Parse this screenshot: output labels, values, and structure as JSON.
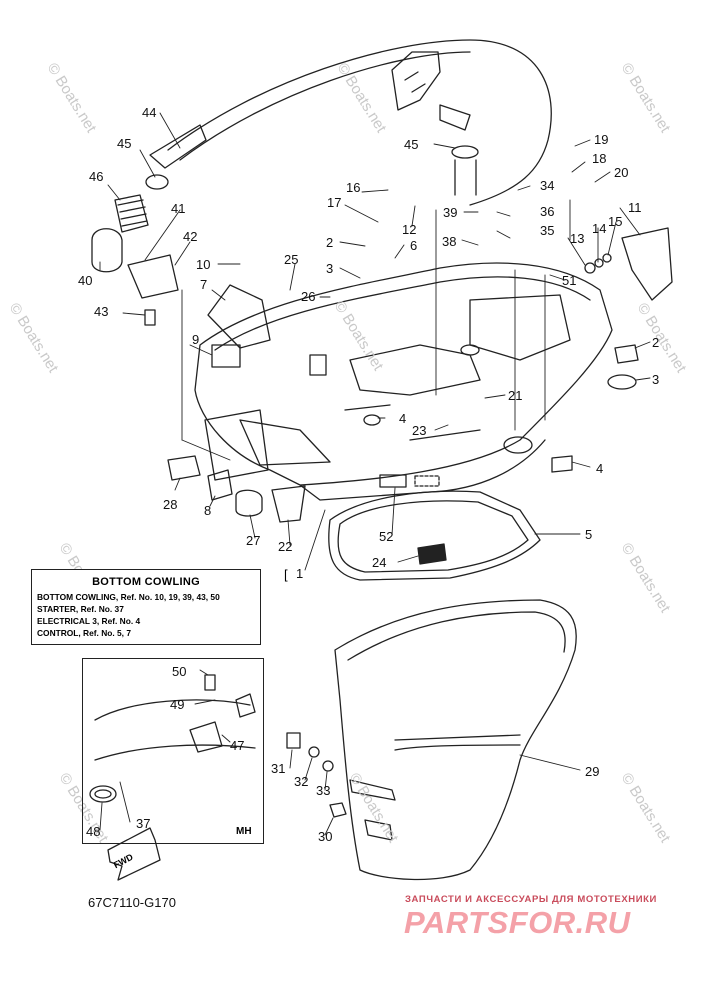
{
  "diagram": {
    "legend": {
      "title": "BOTTOM COWLING",
      "lines": [
        "BOTTOM COWLING,  Ref. No. 10, 19, 39, 43, 50",
        "STARTER,  Ref. No. 37",
        "ELECTRICAL 3,  Ref. No. 4",
        "CONTROL,  Ref. No. 5, 7"
      ]
    },
    "legend_ref": "1",
    "inset_label": "MH",
    "fwd_label": "FWD",
    "diagram_code": "67C7110-G170",
    "watermark": "© Boats.net",
    "shop_subtitle": "ЗАПЧАСТИ И АКСЕССУАРЫ ДЛЯ МОТОТЕХНИКИ",
    "shop_name": "PARTSFOR.RU",
    "callouts": [
      "1",
      "2",
      "3",
      "4",
      "5",
      "6",
      "7",
      "8",
      "9",
      "10",
      "11",
      "12",
      "13",
      "14",
      "15",
      "16",
      "17",
      "18",
      "19",
      "20",
      "21",
      "22",
      "23",
      "24",
      "25",
      "26",
      "27",
      "28",
      "29",
      "30",
      "31",
      "32",
      "33",
      "34",
      "35",
      "36",
      "37",
      "38",
      "39",
      "40",
      "41",
      "42",
      "43",
      "44",
      "45",
      "46",
      "47",
      "48",
      "49",
      "50",
      "51",
      "52"
    ]
  }
}
